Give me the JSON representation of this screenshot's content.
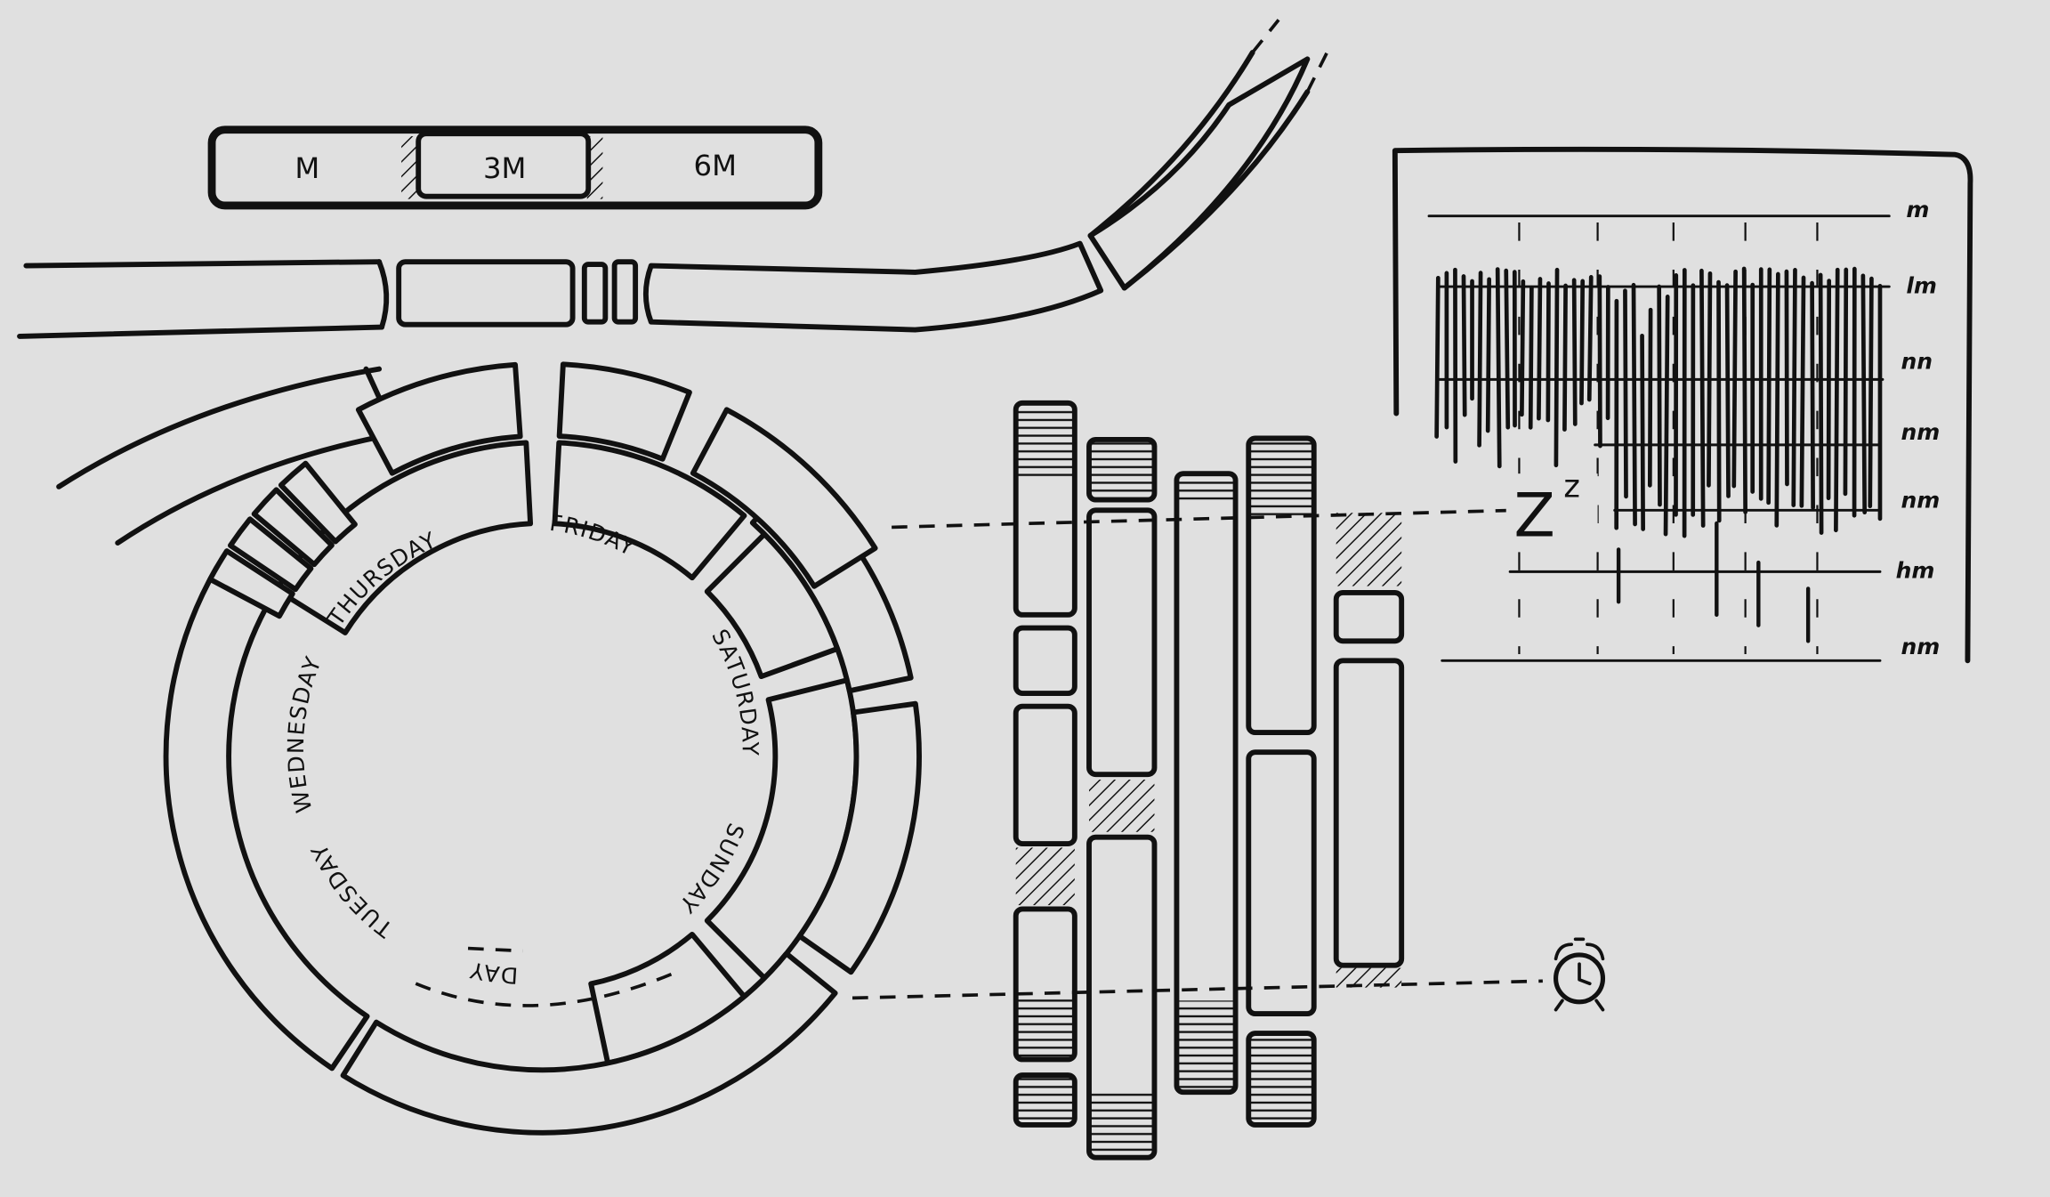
{
  "range_selector": {
    "options": [
      "M",
      "3M",
      "6M"
    ],
    "selected": "3M"
  },
  "week_dial": {
    "days": [
      "MONDAY",
      "TUESDAY",
      "WEDNESDAY",
      "THURSDAY",
      "FRIDAY",
      "SATURDAY",
      "SUNDAY"
    ]
  },
  "sleep_chart": {
    "axis_labels": [
      "m",
      "lm",
      "nn",
      "nm",
      "nm",
      "hm",
      "nm"
    ],
    "sleep_marker": {
      "main": "Z",
      "super": "z"
    }
  },
  "icons": {
    "sleep": "zz-icon",
    "alarm": "alarm-clock-icon"
  }
}
